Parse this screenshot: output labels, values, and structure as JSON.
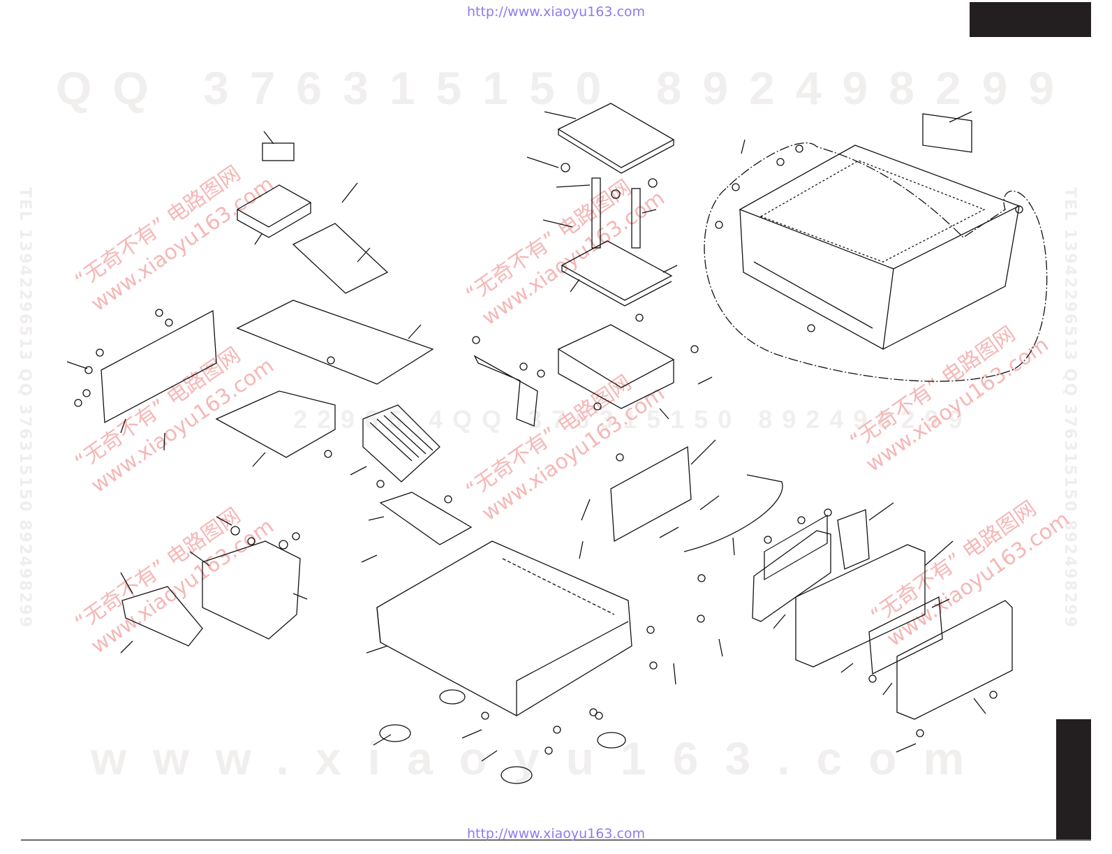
{
  "header": {
    "url": "http://www.xiaoyu163.com"
  },
  "footer": {
    "url": "http://www.xiaoyu163.com"
  },
  "watermarks": {
    "top": "QQ 376315150  892498299",
    "middle": "22965  4QQ 376315150 892498299",
    "bottom": "www.xiaoyu163.com",
    "side": "TEL 13942296513  QQ 376315150  892498299",
    "red_line1": "“无奇不有” 电路图网",
    "red_line2": "www.xiaoyu163.com"
  }
}
